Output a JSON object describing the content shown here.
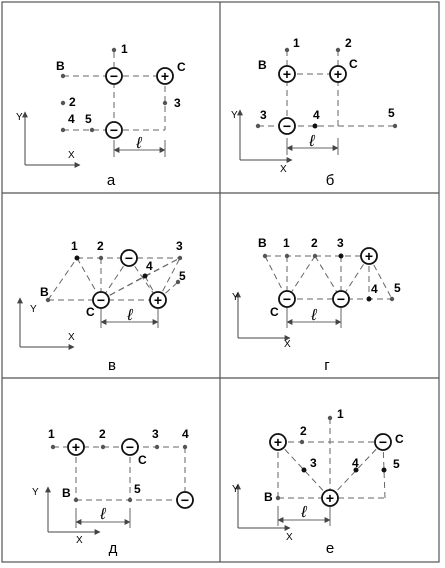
{
  "panels": [
    {
      "id": "a",
      "caption": "а",
      "axis_labels": {
        "y": "Y",
        "x": "X"
      },
      "length_label": "ℓ",
      "charges": [
        {
          "label": "B",
          "sign": "",
          "kind": "dot"
        },
        {
          "label": "",
          "sign": "−",
          "kind": "circle"
        },
        {
          "label": "C",
          "sign": "+",
          "kind": "circle"
        },
        {
          "label": "",
          "sign": "−",
          "kind": "circle"
        }
      ],
      "points": [
        {
          "label": "1"
        },
        {
          "label": "2"
        },
        {
          "label": "3"
        },
        {
          "label": "4"
        },
        {
          "label": "5"
        }
      ]
    },
    {
      "id": "b",
      "caption": "б",
      "axis_labels": {
        "y": "Y",
        "x": "X"
      },
      "length_label": "ℓ",
      "charges": [
        {
          "label": "B",
          "sign": "+",
          "kind": "circle"
        },
        {
          "label": "C",
          "sign": "+",
          "kind": "circle"
        },
        {
          "label": "",
          "sign": "−",
          "kind": "circle"
        }
      ],
      "points": [
        {
          "label": "1"
        },
        {
          "label": "2"
        },
        {
          "label": "3"
        },
        {
          "label": "4"
        },
        {
          "label": "5"
        }
      ]
    },
    {
      "id": "v",
      "caption": "в",
      "axis_labels": {
        "y": "Y",
        "x": "X"
      },
      "length_label": "ℓ",
      "charges": [
        {
          "label": "B",
          "sign": "",
          "kind": "dot"
        },
        {
          "label": "",
          "sign": "−",
          "kind": "circle"
        },
        {
          "label": "C",
          "sign": "−",
          "kind": "circle"
        },
        {
          "label": "",
          "sign": "+",
          "kind": "circle"
        }
      ],
      "points": [
        {
          "label": "1"
        },
        {
          "label": "2"
        },
        {
          "label": "3"
        },
        {
          "label": "4"
        },
        {
          "label": "5"
        }
      ]
    },
    {
      "id": "g",
      "caption": "г",
      "axis_labels": {
        "y": "Y",
        "x": "X"
      },
      "length_label": "ℓ",
      "charges": [
        {
          "label": "B",
          "sign": "",
          "kind": "dot"
        },
        {
          "label": "C",
          "sign": "−",
          "kind": "circle"
        },
        {
          "label": "",
          "sign": "−",
          "kind": "circle"
        },
        {
          "label": "",
          "sign": "+",
          "kind": "circle"
        }
      ],
      "points": [
        {
          "label": "1"
        },
        {
          "label": "2"
        },
        {
          "label": "3"
        },
        {
          "label": "4"
        },
        {
          "label": "5"
        }
      ]
    },
    {
      "id": "d",
      "caption": "д",
      "axis_labels": {
        "y": "Y",
        "x": "X"
      },
      "length_label": "ℓ",
      "charges": [
        {
          "label": "",
          "sign": "+",
          "kind": "circle"
        },
        {
          "label": "C",
          "sign": "−",
          "kind": "circle"
        },
        {
          "label": "",
          "sign": "−",
          "kind": "circle"
        },
        {
          "label": "B",
          "sign": "",
          "kind": "dot"
        }
      ],
      "points": [
        {
          "label": "1"
        },
        {
          "label": "2"
        },
        {
          "label": "3"
        },
        {
          "label": "4"
        },
        {
          "label": "5"
        }
      ]
    },
    {
      "id": "e",
      "caption": "е",
      "axis_labels": {
        "y": "Y",
        "x": "X"
      },
      "length_label": "ℓ",
      "charges": [
        {
          "label": "",
          "sign": "+",
          "kind": "circle"
        },
        {
          "label": "C",
          "sign": "−",
          "kind": "circle"
        },
        {
          "label": "",
          "sign": "+",
          "kind": "circle"
        },
        {
          "label": "B",
          "sign": "",
          "kind": "dot"
        }
      ],
      "points": [
        {
          "label": "1"
        },
        {
          "label": "2"
        },
        {
          "label": "3"
        },
        {
          "label": "4"
        },
        {
          "label": "5"
        }
      ]
    }
  ]
}
